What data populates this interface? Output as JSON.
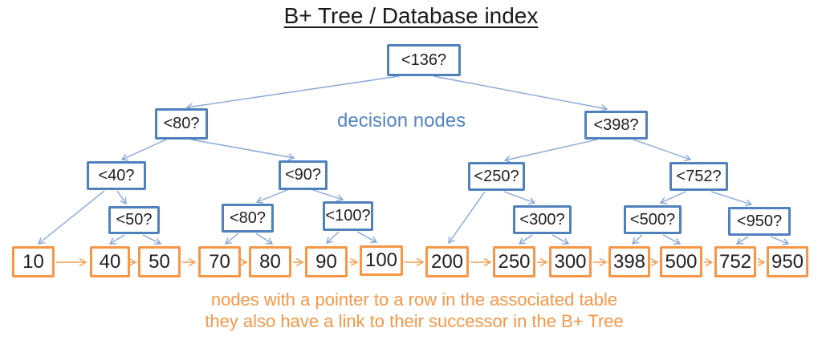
{
  "title": "B+ Tree / Database index",
  "labels": {
    "decision_nodes": "decision nodes",
    "caption_line1": "nodes with a pointer to a row in the associated table",
    "caption_line2": "they also have a link to their successor in the B+ Tree"
  },
  "colors": {
    "decision_border": "#4f81bd",
    "decision_edge": "#87a7d4",
    "leaf_border": "#f79646",
    "leaf_arrow": "#f79d52",
    "caption_text": "#f79646",
    "decision_label_text": "#5585c5",
    "title_text": "#1a1a1a"
  },
  "tree": {
    "root": "<136?",
    "level2": [
      "<80?",
      "<398?"
    ],
    "level3": [
      "<40?",
      "<90?",
      "<250?",
      "<752?"
    ],
    "level4": [
      "<50?",
      "<80?",
      "<100?",
      "<300?",
      "<500?",
      "<950?"
    ],
    "leaves": [
      "10",
      "40",
      "50",
      "70",
      "80",
      "90",
      "100",
      "200",
      "250",
      "300",
      "398",
      "500",
      "752",
      "950"
    ]
  }
}
